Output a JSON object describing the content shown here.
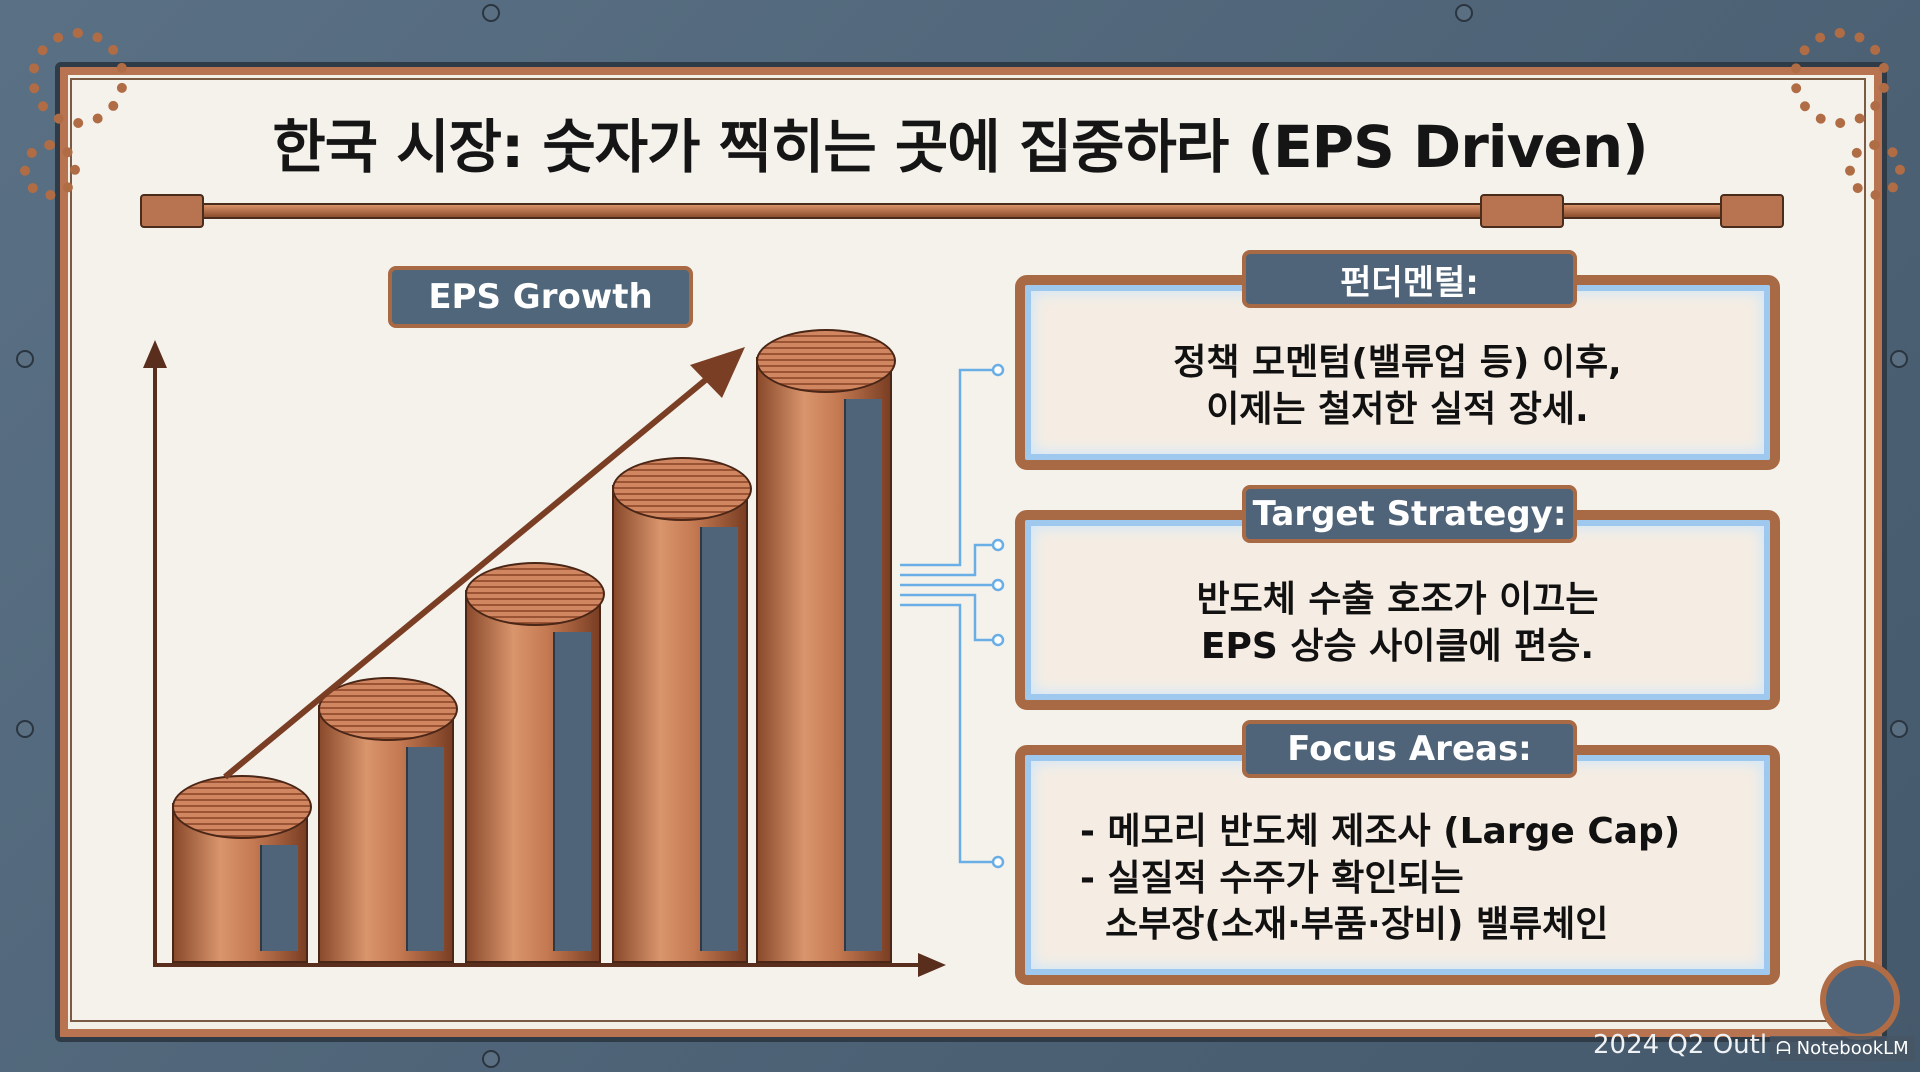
{
  "title": "한국 시장: 숫자가 찍히는 곳에 집중하라 (EPS Driven)",
  "chart": {
    "label": "EPS Growth",
    "bar_count": 5
  },
  "panels": [
    {
      "header": "펀더멘털:",
      "lines": [
        "정책 모멘텀(밸류업 등) 이후,",
        "이제는 철저한 실적 장세."
      ]
    },
    {
      "header": "Target Strategy:",
      "lines": [
        "반도체 수출 호조가 이끄는",
        "EPS 상승 사이클에 편승."
      ]
    },
    {
      "header": "Focus Areas:",
      "lines": [
        "- 메모리 반도체 제조사 (Large Cap)",
        "- 실질적 수주가 확인되는",
        "  소부장(소재·부품·장비) 밸류체인"
      ]
    }
  ],
  "footer": "2024 Q2 Outl",
  "watermark": "NotebookLM",
  "colors": {
    "frame": "#4c6073",
    "copper": "#b87450",
    "paper": "#f5f2ec",
    "glow": "#9fc8ee"
  }
}
